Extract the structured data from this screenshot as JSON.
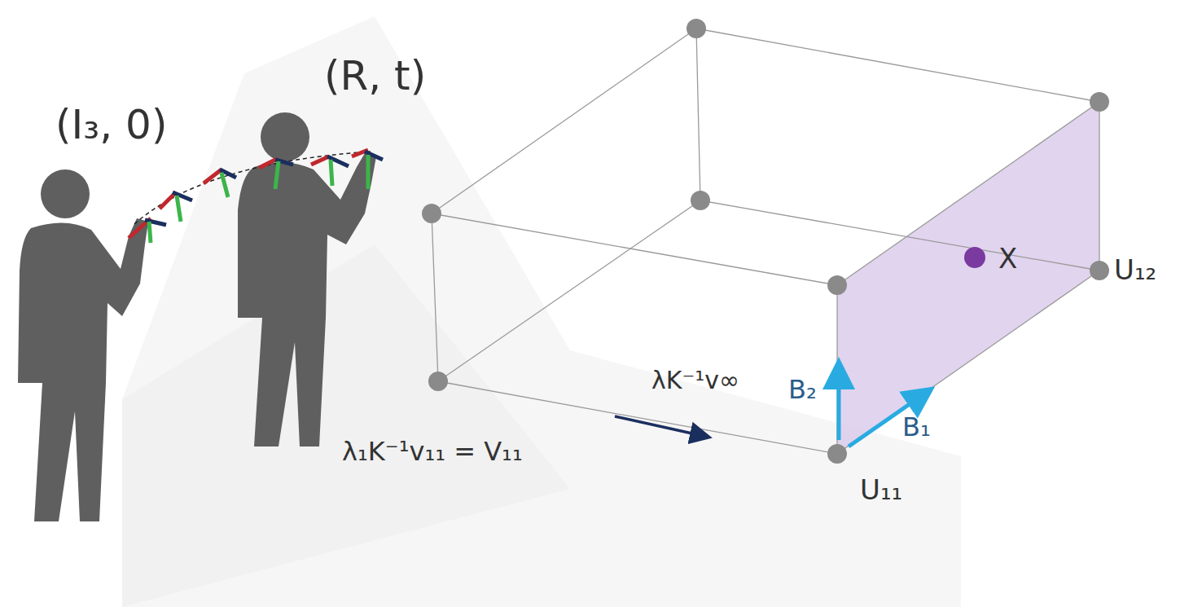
{
  "diagram": {
    "labels": [
      "(I₃, 0)",
      "(R, t)",
      "λ₁K⁻¹v₁₁ = V₁₁",
      "λK⁻¹v∞",
      "B₂",
      "B₁",
      "X",
      "U₁₂",
      "U₁₁"
    ]
  }
}
